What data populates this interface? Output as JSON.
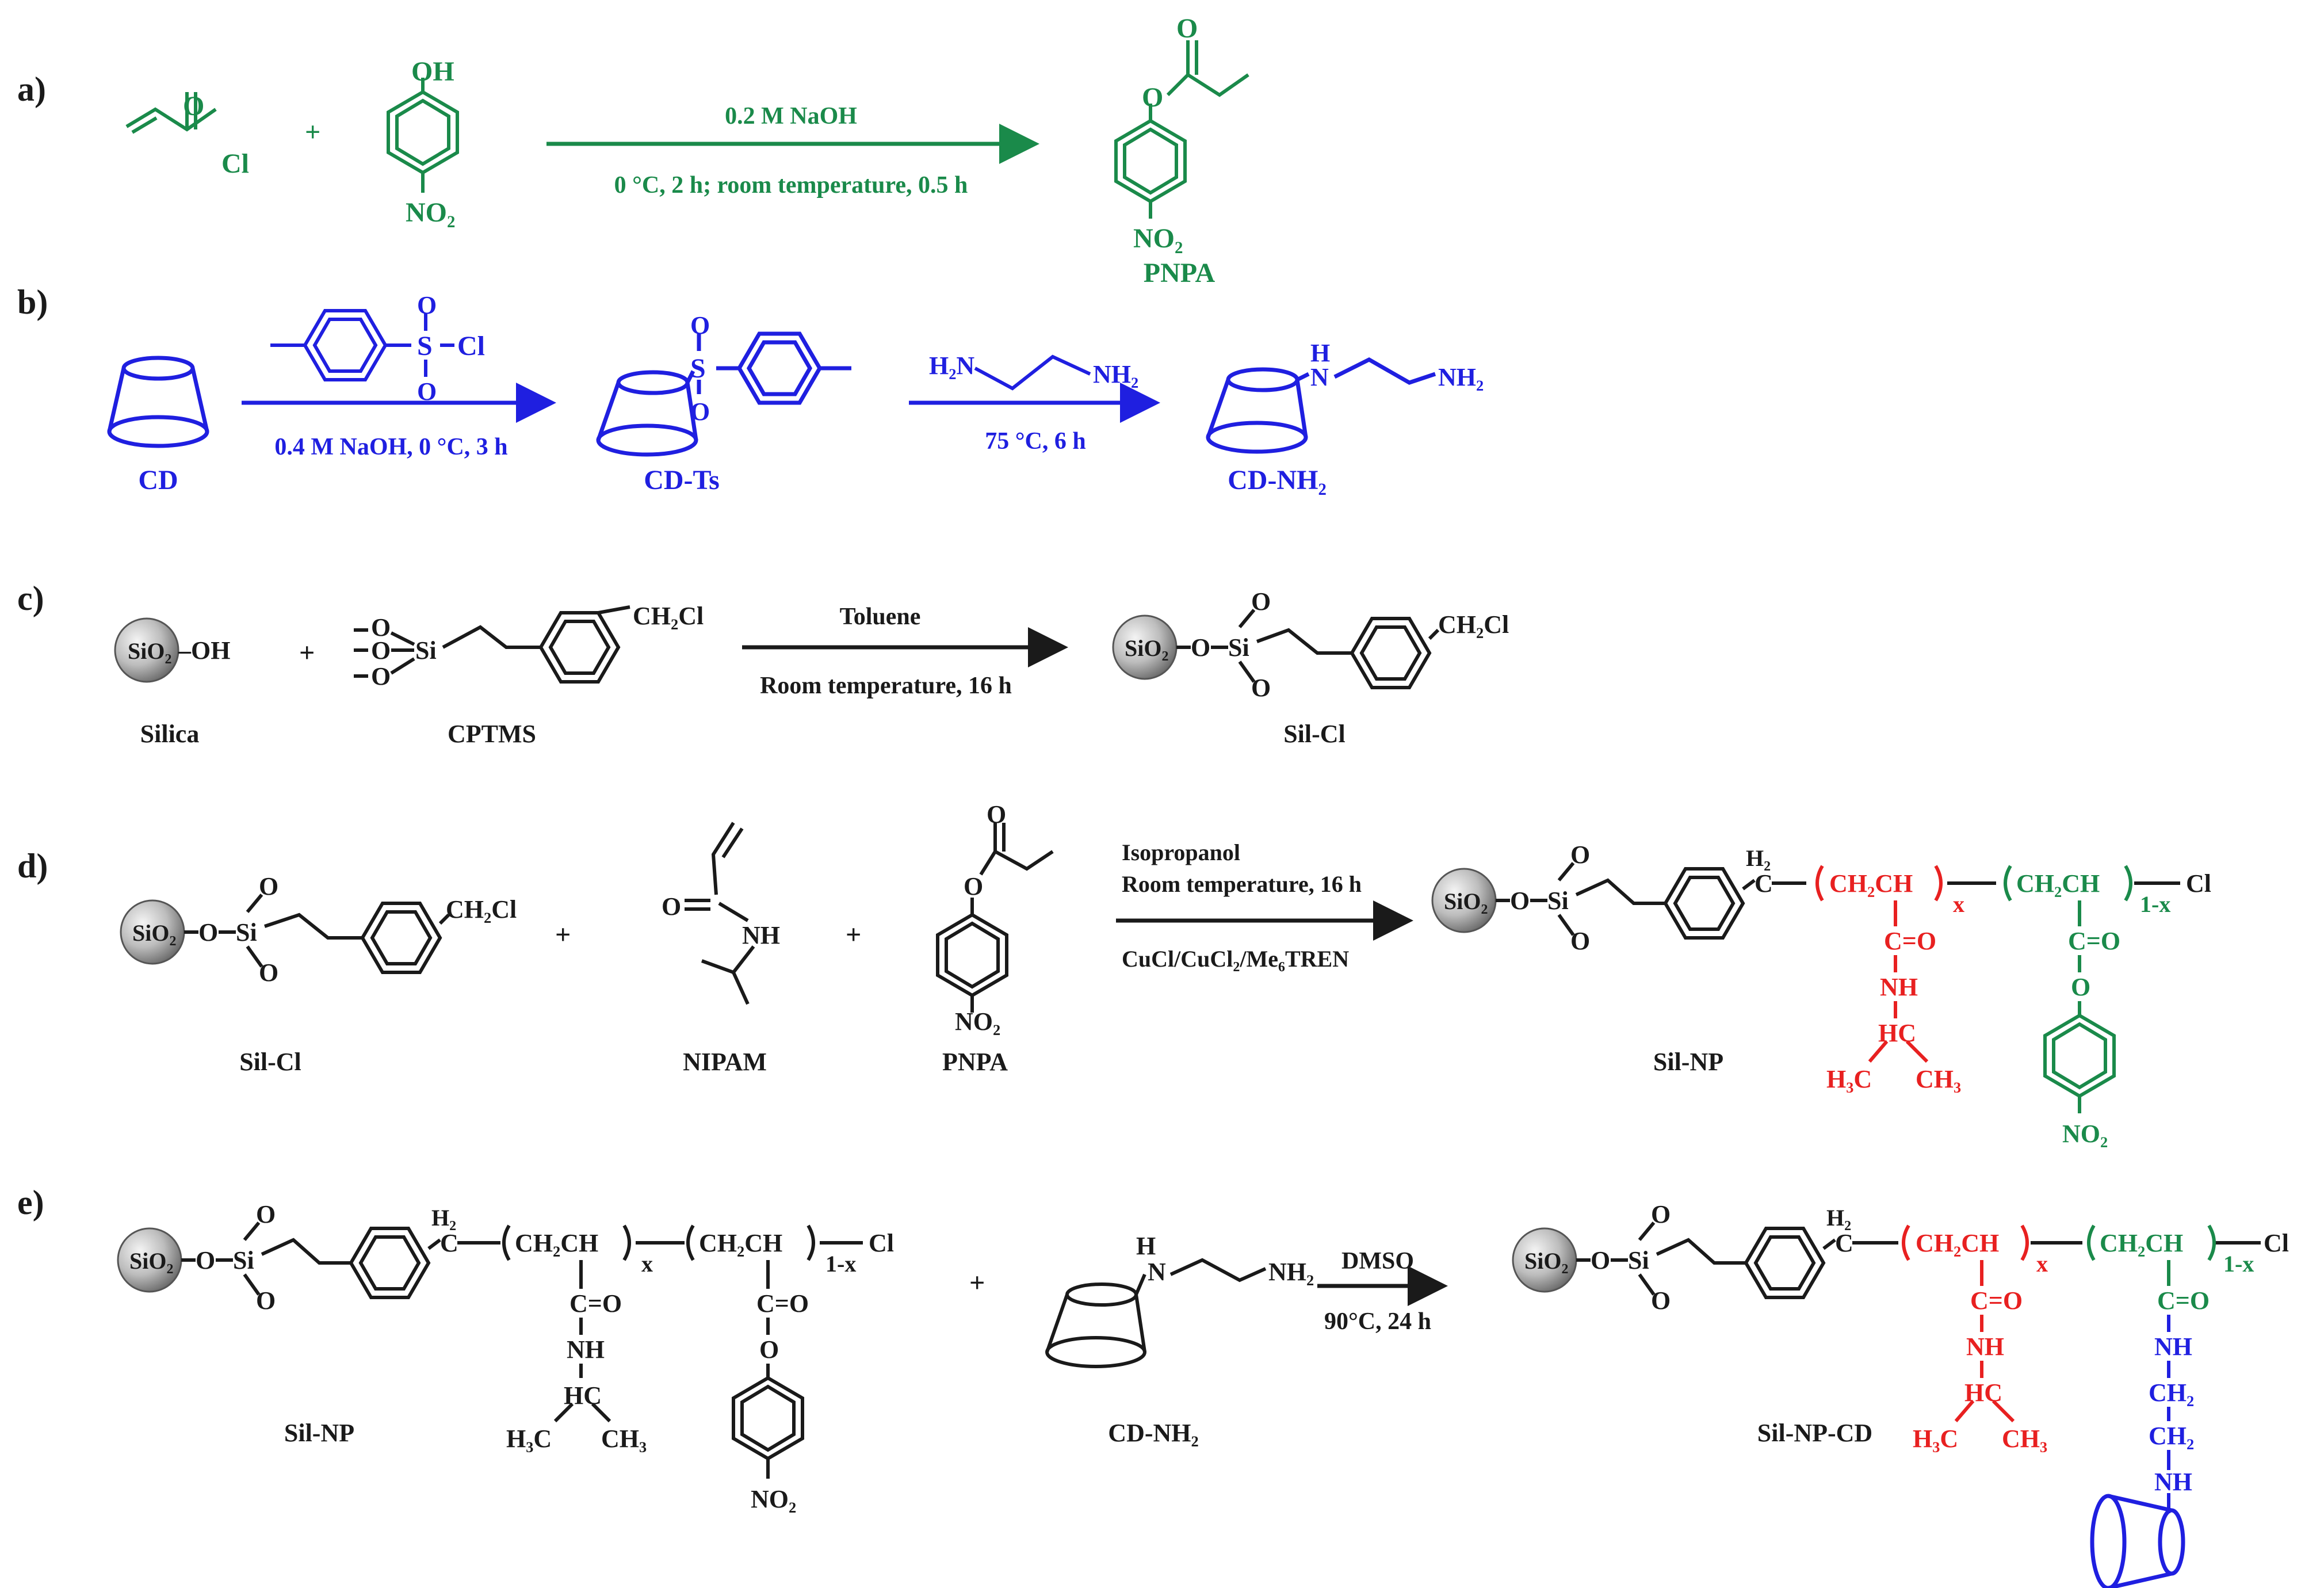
{
  "colors": {
    "green": "#1a8a4a",
    "blue": "#1f1fe0",
    "black": "#1a1a1a",
    "red": "#e82020",
    "sphere": "#bdbdbd"
  },
  "panels": {
    "a": {
      "label": "a)",
      "conditions_top": "0.2 M NaOH",
      "conditions_bottom": "0 °C, 2 h; room temperature, 0.5 h",
      "product": "PNPA"
    },
    "b": {
      "label": "b)",
      "reactant": "CD",
      "conditions_1": "0.4 M NaOH, 0 °C, 3 h",
      "intermediate": "CD-Ts",
      "conditions_2": "75 °C, 6 h",
      "product": "CD-NH₂"
    },
    "c": {
      "label": "c)",
      "reactant_1": "Silica",
      "reactant_2": "CPTMS",
      "conditions_top": "Toluene",
      "conditions_bottom": "Room temperature, 16 h",
      "product": "Sil-Cl"
    },
    "d": {
      "label": "d)",
      "reactant_1": "Sil-Cl",
      "reactant_2": "NIPAM",
      "reactant_3": "PNPA",
      "conditions_1": "Isopropanol",
      "conditions_2": "Room temperature, 16 h",
      "conditions_3": "CuCl/CuCl₂/Me₆TREN",
      "product": "Sil-NP"
    },
    "e": {
      "label": "e)",
      "reactant_1": "Sil-NP",
      "reactant_2": "CD-NH₂",
      "conditions_top": "DMSO",
      "conditions_bottom": "90°C, 24 h",
      "product": "Sil-NP-CD"
    }
  },
  "atoms": {
    "oh": "OH",
    "o": "O",
    "cl": "Cl",
    "no2": "NO₂",
    "plus": "+",
    "s": "S",
    "h2n": "H₂N",
    "nh2": "NH₂",
    "n": "N",
    "h": "H",
    "nh": "NH",
    "sio2": "SiO₂",
    "si": "Si",
    "sio2_oh": "–OH",
    "ch2cl": "CH₂Cl",
    "h2": "H₂",
    "c": "C",
    "ch2ch": "CH₂CH",
    "x": "x",
    "one_minus_x": "1-x",
    "c_eq_o": "C=O",
    "hc": "HC",
    "h3c": "H₃C",
    "ch3": "CH₃",
    "ch2": "CH₂"
  }
}
